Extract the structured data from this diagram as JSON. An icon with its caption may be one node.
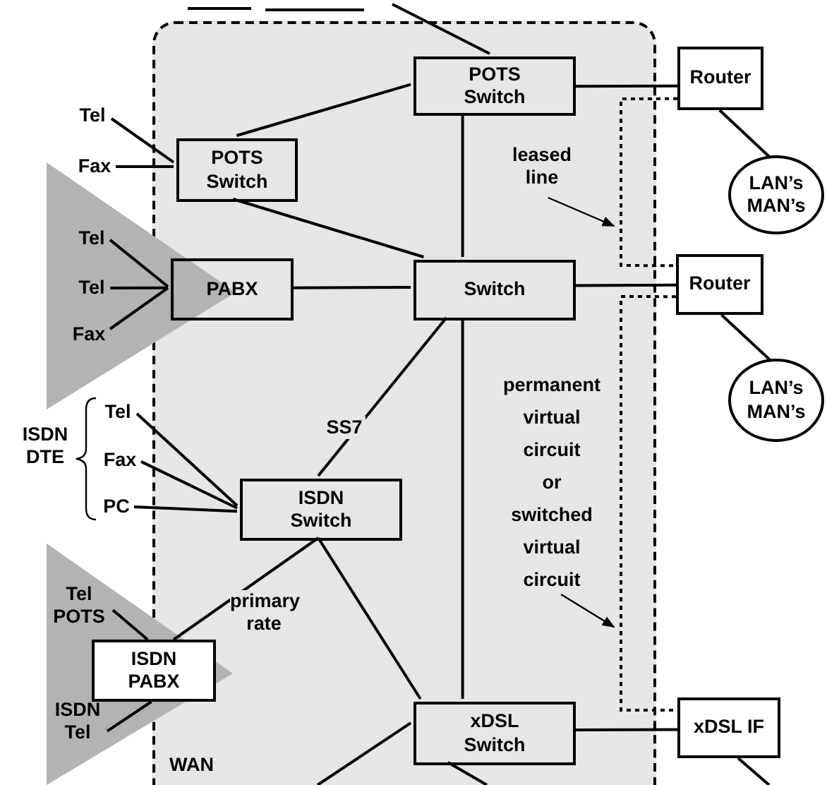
{
  "diagram": {
    "nodes": [
      {
        "text": [
          "WAN"
        ]
      },
      {
        "text": [
          "POTS Switch"
        ],
        "in": 0
      },
      {
        "text": [
          "POTS Switch"
        ],
        "in": 0
      },
      {
        "text": [
          "PABX"
        ],
        "in": 0
      },
      {
        "text": [
          "Switch"
        ],
        "in": 0
      },
      {
        "text": [
          "ISDN Switch"
        ],
        "in": 0
      },
      {
        "text": [
          "ISDN PABX"
        ]
      },
      {
        "text": [
          "xDSL Switch"
        ],
        "in": 0
      },
      {
        "text": [
          "Router"
        ]
      },
      {
        "text": [
          "Router"
        ]
      },
      {
        "text": [
          "LAN’s MAN’s"
        ]
      },
      {
        "text": [
          "LAN’s MAN’s"
        ]
      },
      {
        "text": [
          "xDSL IF"
        ]
      },
      {
        "text": [
          "Tel"
        ]
      },
      {
        "text": [
          "Fax"
        ]
      },
      {
        "text": [
          "Tel"
        ]
      },
      {
        "text": [
          "Tel"
        ]
      },
      {
        "text": [
          "Fax"
        ]
      },
      {
        "text": [
          "Tel"
        ]
      },
      {
        "text": [
          "Fax"
        ]
      },
      {
        "text": [
          "PC"
        ]
      },
      {
        "text": [
          "Tel POTS"
        ]
      },
      {
        "text": [
          "ISDN Tel"
        ]
      },
      {
        "text": [
          "leased line"
        ],
        "in": 0
      },
      {
        "text": [
          "permanent virtual circuit or switched virtual circuit"
        ],
        "in": 0
      }
    ],
    "edges": [
      {
        "from": null,
        "to": 1,
        "arrow": "none"
      },
      {
        "from": 13,
        "to": 2,
        "arrow": "none"
      },
      {
        "from": 14,
        "to": 2,
        "arrow": "none"
      },
      {
        "from": 2,
        "to": 1,
        "arrow": "none"
      },
      {
        "from": 2,
        "to": 4,
        "arrow": "none"
      },
      {
        "from": 15,
        "to": 3,
        "arrow": "none"
      },
      {
        "from": 16,
        "to": 3,
        "arrow": "none"
      },
      {
        "from": 17,
        "to": 3,
        "arrow": "none"
      },
      {
        "from": 3,
        "to": 4,
        "arrow": "none"
      },
      {
        "from": 1,
        "to": 4,
        "arrow": "none"
      },
      {
        "from": 1,
        "to": 8,
        "arrow": "none"
      },
      {
        "from": 8,
        "to": 9,
        "arrow": "none",
        "style": "dashed"
      },
      {
        "from": 4,
        "to": 9,
        "arrow": "none"
      },
      {
        "from": 8,
        "to": 10,
        "arrow": "none"
      },
      {
        "from": 9,
        "to": 11,
        "arrow": "none"
      },
      {
        "from": 4,
        "to": 5,
        "arrow": "none",
        "label": "SS7"
      },
      {
        "from": 4,
        "to": 7,
        "arrow": "none"
      },
      {
        "from": 18,
        "to": 5,
        "arrow": "none"
      },
      {
        "from": 19,
        "to": 5,
        "arrow": "none"
      },
      {
        "from": 20,
        "to": 5,
        "arrow": "none"
      },
      {
        "from": 6,
        "to": 5,
        "arrow": "none",
        "label": "primary rate"
      },
      {
        "from": 5,
        "to": 7,
        "arrow": "none"
      },
      {
        "from": 21,
        "to": 6,
        "arrow": "none"
      },
      {
        "from": 22,
        "to": 6,
        "arrow": "none"
      },
      {
        "from": 9,
        "to": 12,
        "arrow": "none",
        "style": "dashed"
      },
      {
        "from": 7,
        "to": 12,
        "arrow": "none"
      },
      {
        "from": 7,
        "to": null,
        "arrow": "none"
      },
      {
        "from": 7,
        "to": null,
        "arrow": "none"
      },
      {
        "from": 12,
        "to": null,
        "arrow": "none"
      },
      {
        "from": 23,
        "to": null,
        "arrow": "to"
      },
      {
        "from": 24,
        "to": null,
        "arrow": "to"
      }
    ],
    "labels": [
      "ISDN DTE"
    ]
  }
}
